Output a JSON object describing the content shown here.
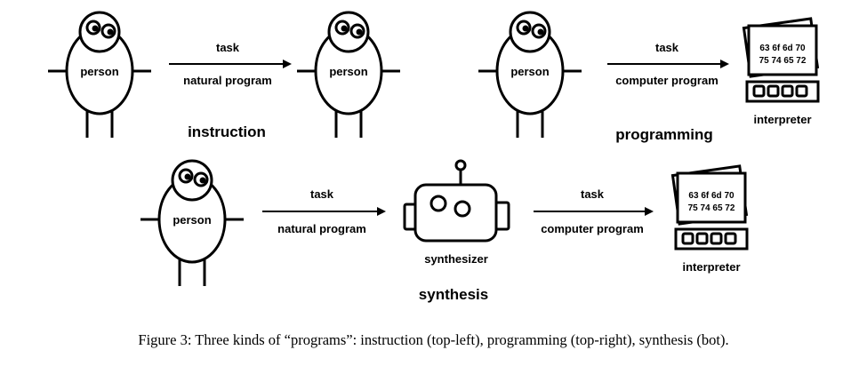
{
  "panels": {
    "instruction": {
      "title": "instruction",
      "left_person": "person",
      "right_person": "person",
      "arrow_top": "task",
      "arrow_bottom": "natural program"
    },
    "programming": {
      "title": "programming",
      "person": "person",
      "arrow_top": "task",
      "arrow_bottom": "computer program",
      "interpreter": {
        "label": "interpreter",
        "hex_line1": "63 6f 6d 70",
        "hex_line2": "75 74 65 72"
      }
    },
    "synthesis": {
      "title": "synthesis",
      "person": "person",
      "arrow1_top": "task",
      "arrow1_bottom": "natural program",
      "synthesizer": "synthesizer",
      "arrow2_top": "task",
      "arrow2_bottom": "computer program",
      "interpreter": {
        "label": "interpreter",
        "hex_line1": "63 6f 6d 70",
        "hex_line2": "75 74 65 72"
      }
    }
  },
  "caption": "Figure 3: Three kinds of “programs”: instruction (top-left), programming (top-right), synthesis (bot)."
}
